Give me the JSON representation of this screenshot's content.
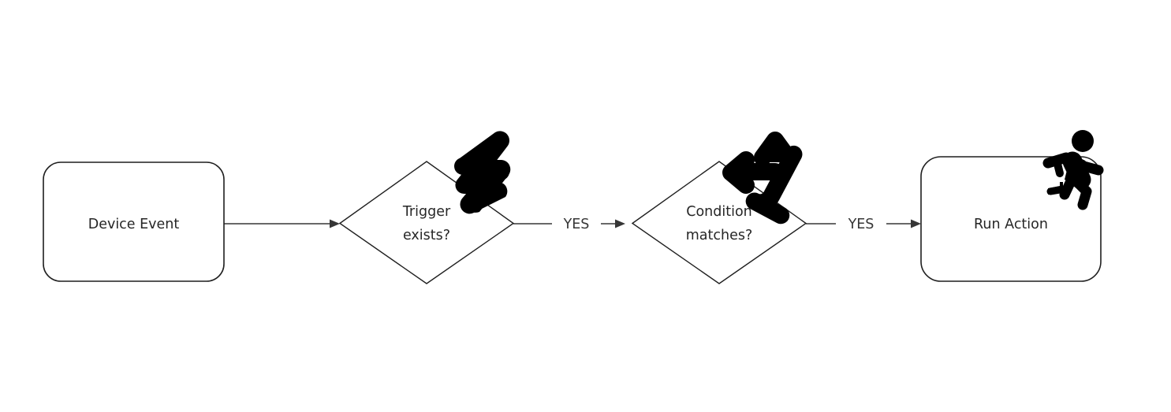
{
  "diagram": {
    "type": "flowchart",
    "orientation": "left-to-right",
    "background_color": "#ffffff",
    "line_color": "#363636",
    "text_color": "#262626",
    "icon_color": "#000000",
    "nodes": [
      {
        "id": "device-event",
        "label": "Device Event",
        "shape": "rounded-rectangle",
        "icon": null
      },
      {
        "id": "trigger-exists",
        "label_line1": "Trigger",
        "label_line2": "exists?",
        "label": "Trigger exists?",
        "shape": "diamond",
        "icon": "lightning-bolt-icon"
      },
      {
        "id": "condition-matches",
        "label_line1": "Condition",
        "label_line2": "matches?",
        "label": "Condition matches?",
        "shape": "diamond",
        "icon": "fork-arrows-icon"
      },
      {
        "id": "run-action",
        "label": "Run Action",
        "shape": "rounded-rectangle",
        "icon": "running-person-icon"
      }
    ],
    "edges": [
      {
        "id": "edge-event-to-trigger",
        "from": "device-event",
        "to": "trigger-exists",
        "label": "",
        "arrow": true
      },
      {
        "id": "edge-trigger-to-condition",
        "from": "trigger-exists",
        "to": "condition-matches",
        "label": "YES",
        "arrow": true
      },
      {
        "id": "edge-condition-to-action",
        "from": "condition-matches",
        "to": "run-action",
        "label": "YES",
        "arrow": true
      }
    ]
  }
}
